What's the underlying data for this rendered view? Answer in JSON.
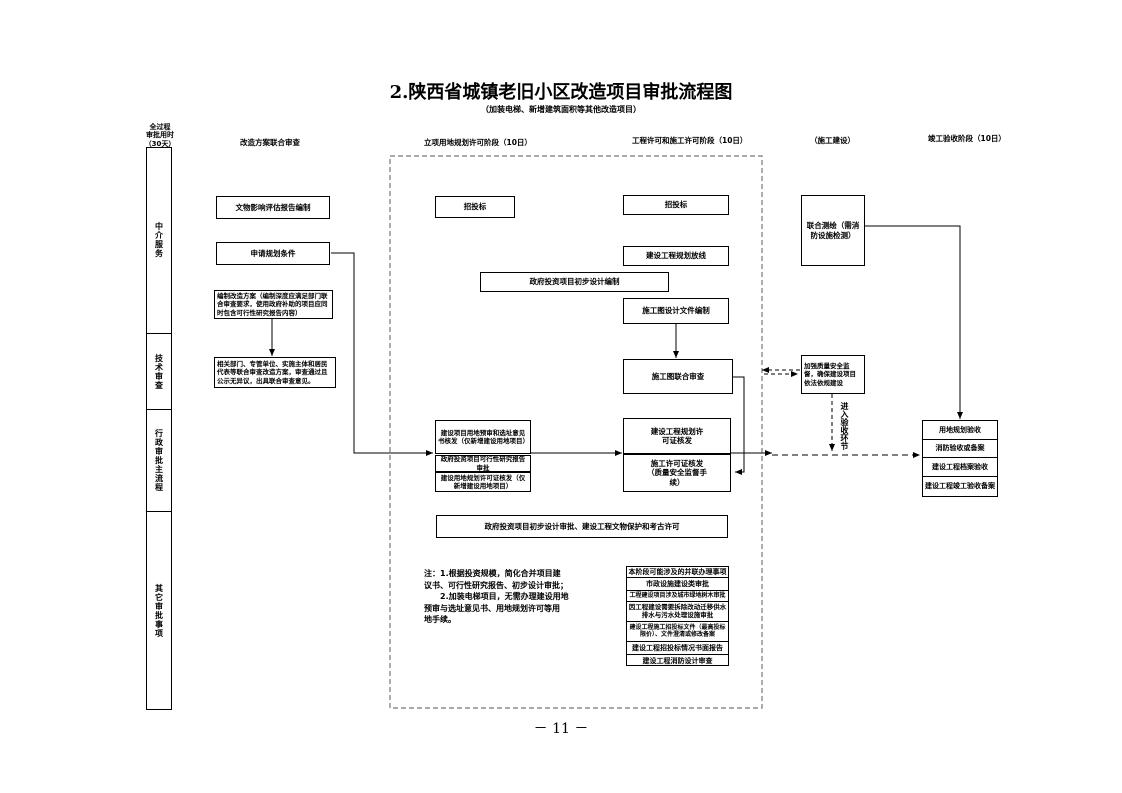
{
  "title": "2.陕西省城镇老旧小区改造项目审批流程图",
  "subtitle": "（加装电梯、新增建筑面积等其他改造项目）",
  "lane_header": [
    "全过程",
    "审批用时",
    "（30天）"
  ],
  "lanes": [
    "中介服务",
    "技术审查",
    "行政审批主流程",
    "其它审批事项"
  ],
  "columns": {
    "col1": "改造方案联合审查",
    "col2": "立项用地规划许可阶段（10日）",
    "col3": "工程许可和施工许可阶段（10日）",
    "col4": "（施工建设）",
    "col5": "竣工验收阶段（10日）"
  },
  "boxes": {
    "relic_eval": "文物影响评估报告编制",
    "planning_cond": "申请规划条件",
    "plan_prep": "编制改造方案（编制深度应满足部门联合审查要求，使用政府补助的项目应同时包含可行性研究报告内容）",
    "joint_review": "相关部门、专管单位、实施主体和居民代表等联合审查改造方案，审查通过且公示无异议，出具联合审查意见。",
    "bid1": "招投标",
    "bid2": "招投标",
    "survey_line": "建设工程规划放线",
    "gov_prelim_design": "政府投资项目初步设计编制",
    "construct_drawing": "施工图设计文件编制",
    "drawing_review": "施工图联合审查",
    "land_pre_review": "建设项目用地预审和选址意见书核发（仅新增建设用地项目）",
    "feasibility": "政府投资项目可行性研究报告审批",
    "land_permit": "建设用地规划许可证核发（仅新增建设用地项目）",
    "eng_plan_permit": "建设工程规划许可证核发",
    "construct_permit": "施工许可证核发（质量安全监督手续）",
    "gov_prelim_approve": "政府投资项目初步设计审批、建设工程文物保护和考古许可",
    "joint_survey": "联合测绘（需消防设施检测）",
    "quality_supervision": "加强质量安全监督，确保建设项目依法依规建设",
    "enter_accept": "进入验收环节",
    "acceptance": [
      "用地规划验收",
      "消防验收或备案",
      "建设工程档案验收",
      "建设工程竣工验收备案"
    ],
    "parallel": [
      "本阶段可能涉及的并联办理事项",
      "市政设施建设类审批",
      "工程建设项目涉及城市绿地树木审批",
      "因工程建设需要拆除改动迁移供水排水与污水处理设施审批",
      "建设工程施工招投标文件（最高投标限价）、文件澄清或修改备案",
      "建设工程招投标情况书面报告",
      "建设工程消防设计审查"
    ]
  },
  "note": [
    "注：1.根据投资规模，简化合并项目建",
    "议书、可行性研究报告、初步设计审批；",
    "　　2.加装电梯项目，无需办理建设用地",
    "预审与选址意见书、用地规划许可等用",
    "地手续。"
  ],
  "page_number": "－ 11 －"
}
